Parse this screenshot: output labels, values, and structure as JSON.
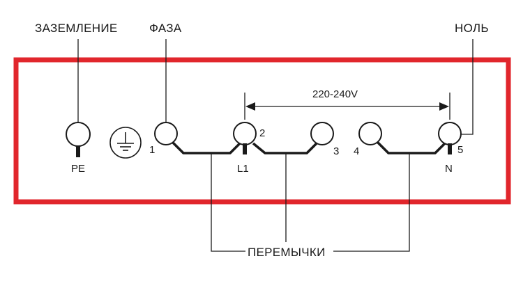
{
  "labels": {
    "ground": "ЗАЗЕМЛЕНИЕ",
    "phase": "ФАЗА",
    "neutral": "НОЛЬ",
    "voltage": "220-240V",
    "jumpers": "ПЕРЕМЫЧКИ",
    "pe": "PE",
    "l1": "L1",
    "n": "N"
  },
  "terminals": [
    {
      "id": "1",
      "label": "1"
    },
    {
      "id": "2",
      "label": "2"
    },
    {
      "id": "3",
      "label": "3"
    },
    {
      "id": "4",
      "label": "4"
    },
    {
      "id": "5",
      "label": "5"
    }
  ],
  "colors": {
    "frame": "#e1262c",
    "line": "#1a1a1a"
  },
  "icons": [
    "ground-symbol-icon"
  ]
}
